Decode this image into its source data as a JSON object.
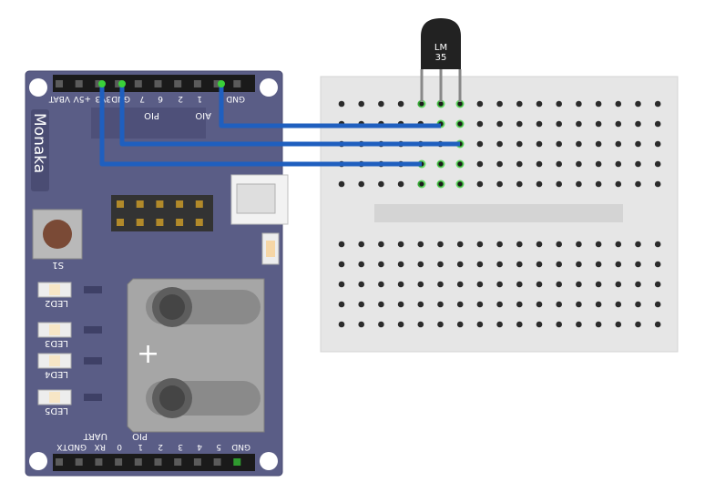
{
  "board": {
    "name": "Monaka",
    "top_header_labels": [
      "VBAT",
      "+5V",
      "3V3",
      "GND",
      "7",
      "6",
      "2",
      "1",
      "GND"
    ],
    "pio_label": "PIO",
    "aio_label": "AIO",
    "switch_label": "S1",
    "leds": [
      "LED2",
      "LED3",
      "LED4",
      "LED5"
    ],
    "bottom_header_labels": [
      "TX",
      "GND",
      "RX",
      "0",
      "1",
      "2",
      "3",
      "4",
      "5",
      "GND"
    ],
    "uart_label": "UART",
    "pio_bottom_label": "PIO",
    "plus_symbol": "+"
  },
  "sensor": {
    "label_line1": "LM",
    "label_line2": "35"
  },
  "wires": [
    {
      "name": "aio-to-sensor-vout",
      "color": "#1f5fbf"
    },
    {
      "name": "gnd-to-sensor-gnd",
      "color": "#1f5fbf"
    },
    {
      "name": "3v3-to-sensor-vcc",
      "color": "#1f5fbf"
    }
  ],
  "colors": {
    "board": "#5a5d86",
    "board_dark": "#4a4c73",
    "breadboard": "#e6e6e6",
    "wire": "#1f5fbf",
    "active_hole": "#3ad13a"
  }
}
